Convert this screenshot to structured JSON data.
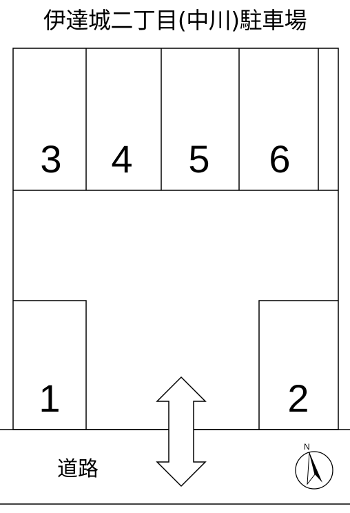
{
  "title": "伊達城二丁目(中川)駐車場",
  "spaces": [
    {
      "number": "3"
    },
    {
      "number": "4"
    },
    {
      "number": "5"
    },
    {
      "number": "6"
    },
    {
      "number": "1"
    },
    {
      "number": "2"
    }
  ],
  "road": {
    "label": "道路"
  },
  "compass": {
    "label": "N"
  }
}
